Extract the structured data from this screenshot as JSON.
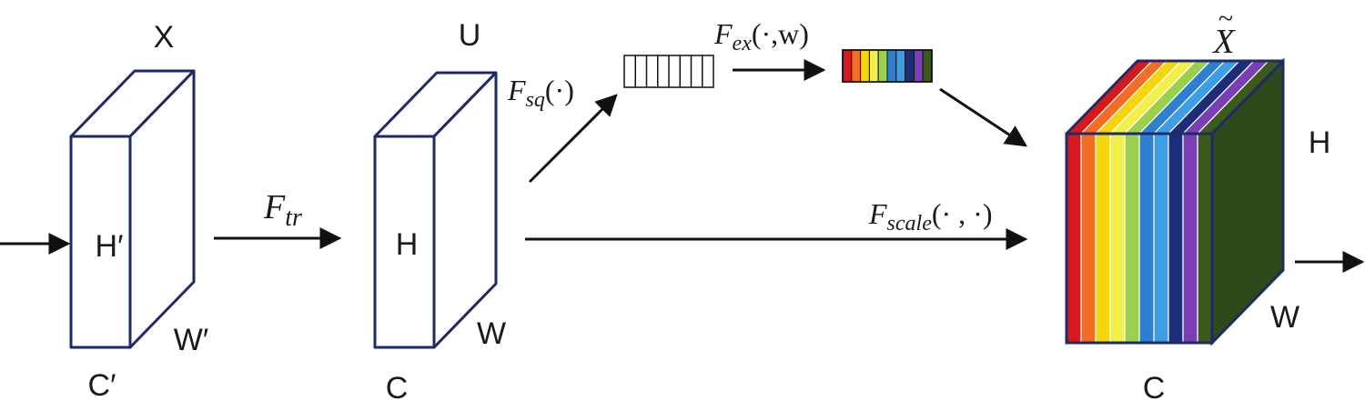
{
  "labels": {
    "x_top": "X",
    "x_height": "H′",
    "x_width": "W′",
    "x_channels": "C′",
    "u_top": "U",
    "u_height": "H",
    "u_width": "W",
    "u_channels": "C",
    "out_top_base": "X",
    "out_top_accent": "~",
    "out_height": "H",
    "out_width": "W",
    "out_channels": "C"
  },
  "operators": {
    "tr": {
      "base": "F",
      "sub": "tr",
      "args": ""
    },
    "sq": {
      "base": "F",
      "sub": "sq",
      "args": "(·)"
    },
    "ex": {
      "base": "F",
      "sub": "ex",
      "args": "(·,w)"
    },
    "scale": {
      "base": "F",
      "sub": "scale",
      "args": "(· , ·)"
    }
  },
  "colors": {
    "outline": "#1f2a66",
    "channels": [
      "#d7191c",
      "#f46d24",
      "#f5d60d",
      "#f2ee4a",
      "#9bcf4f",
      "#2e7fd0",
      "#3d9ee5",
      "#1c2d7a",
      "#7a3fb3",
      "#3b5a1c"
    ],
    "side_face": "#2d4a1a"
  },
  "squeeze_vector_cells": 8
}
